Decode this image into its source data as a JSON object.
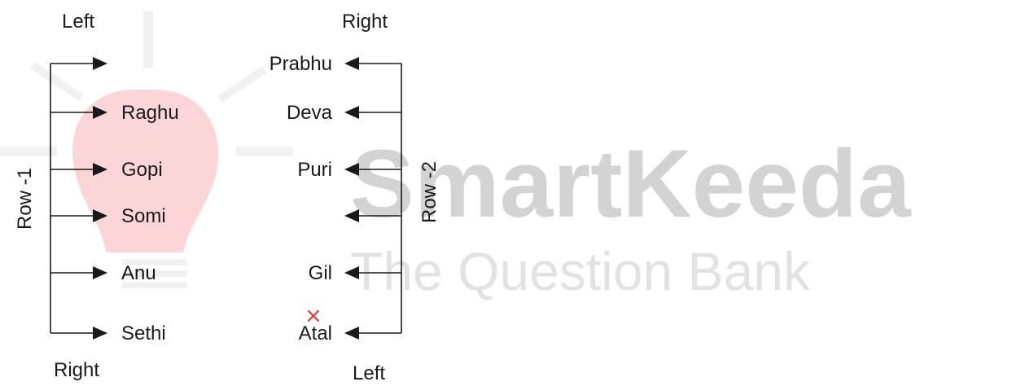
{
  "watermark": {
    "brand": "SmartKeeda",
    "tagline": "The Question Bank"
  },
  "row1": {
    "label": "Row -1",
    "top_label": "Left",
    "bottom_label": "Right",
    "seats": [
      "",
      "Raghu",
      "Gopi",
      "Somi",
      "Anu",
      "Sethi"
    ]
  },
  "row2": {
    "label": "Row -2",
    "top_label": "Right",
    "bottom_label": "Left",
    "seats": [
      "Prabhu",
      "Deva",
      "Puri",
      "",
      "Gil",
      "Atal"
    ]
  },
  "marks": {
    "cross": "×",
    "cross_color": "#e53935"
  },
  "colors": {
    "line": "#1a1a1a",
    "bulb": "#f8b4b8",
    "watermark": "#d3d3d3"
  }
}
